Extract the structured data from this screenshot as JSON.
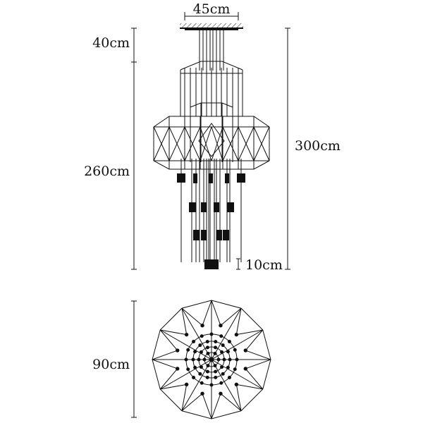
{
  "dimensions": {
    "top_width": "45cm",
    "canopy_drop": "40cm",
    "body_height": "260cm",
    "total_height": "300cm",
    "pendant_height": "10cm",
    "diameter": "90cm"
  },
  "colors": {
    "line": "#111111",
    "pendant": "#111111",
    "background": "#ffffff"
  }
}
